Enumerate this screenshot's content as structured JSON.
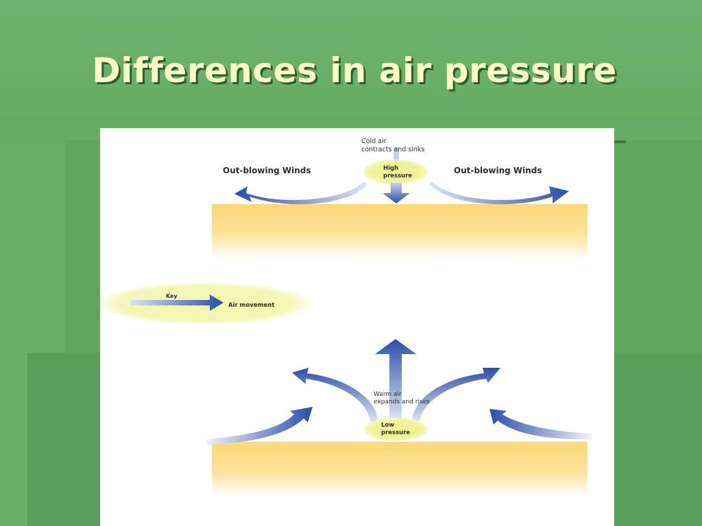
{
  "slide": {
    "title": "Differences in air pressure"
  },
  "diagram": {
    "top": {
      "caption_line1": "Cold air",
      "caption_line2": "contracts and sinks",
      "pressure_line1": "High",
      "pressure_line2": "pressure",
      "left_winds": "Out-blowing Winds",
      "right_winds": "Out-blowing Winds"
    },
    "key": {
      "title": "Key",
      "label": "Air movement"
    },
    "bottom": {
      "caption_line1": "Warm air",
      "caption_line2": "expands and rises",
      "pressure_line1": "Low",
      "pressure_line2": "pressure"
    },
    "colors": {
      "arrow": "#2c4ea8",
      "arrow_fade": "#c9d3ee",
      "ground": "#fbd97a",
      "bubble": "#eef38f",
      "background": "#69b067",
      "title_text": "#fbfbc6"
    }
  }
}
